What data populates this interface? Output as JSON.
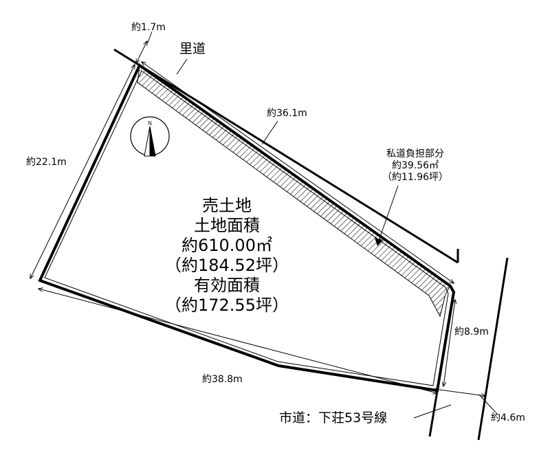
{
  "colors": {
    "line": "#000000",
    "background": "#ffffff"
  },
  "roads": {
    "village_road": "里道",
    "city_road": "市道：下荘53号線"
  },
  "dimensions": {
    "top_gap": "約1.7m",
    "north_edge": "約36.1m",
    "west_edge": "約22.1m",
    "south_edge": "約38.8m",
    "east_edge": "約8.9m",
    "road_width": "約4.6m"
  },
  "private_road": {
    "title": "私道負担部分",
    "area_m2": "約39.56㎡",
    "area_tsubo": "（約11.96坪）"
  },
  "land": {
    "line1": "売土地",
    "line2": "土地面積",
    "line3": "約610.00㎡",
    "line4": "（約184.52坪）",
    "line5": "有効面積",
    "line6": "（約172.55坪）"
  },
  "compass": {
    "letter": "N",
    "icon": "north-arrow-icon"
  }
}
